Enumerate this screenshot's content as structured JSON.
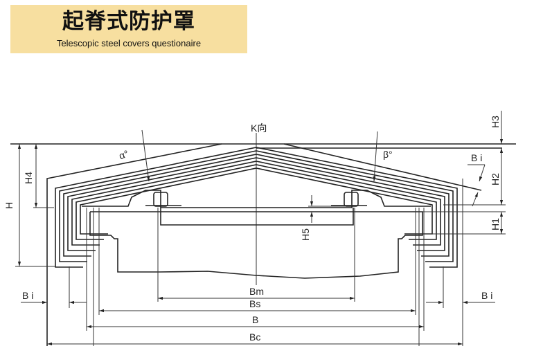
{
  "header": {
    "title": "起脊式防护罩",
    "subtitle": "Telescopic steel covers questionaire",
    "background_color": "#f7dfa0"
  },
  "diagram": {
    "view_label": "K向",
    "angle_left": "α°",
    "angle_right": "β°",
    "labels": {
      "bi_top": "B i",
      "bi_left": "B i",
      "bi_right": "B i",
      "h": "H",
      "h1": "H1",
      "h2": "H2",
      "h3": "H3",
      "h4": "H4",
      "h5": "H5",
      "bm": "Bm",
      "bs": "Bs",
      "b": "B",
      "bc": "Bc"
    }
  }
}
